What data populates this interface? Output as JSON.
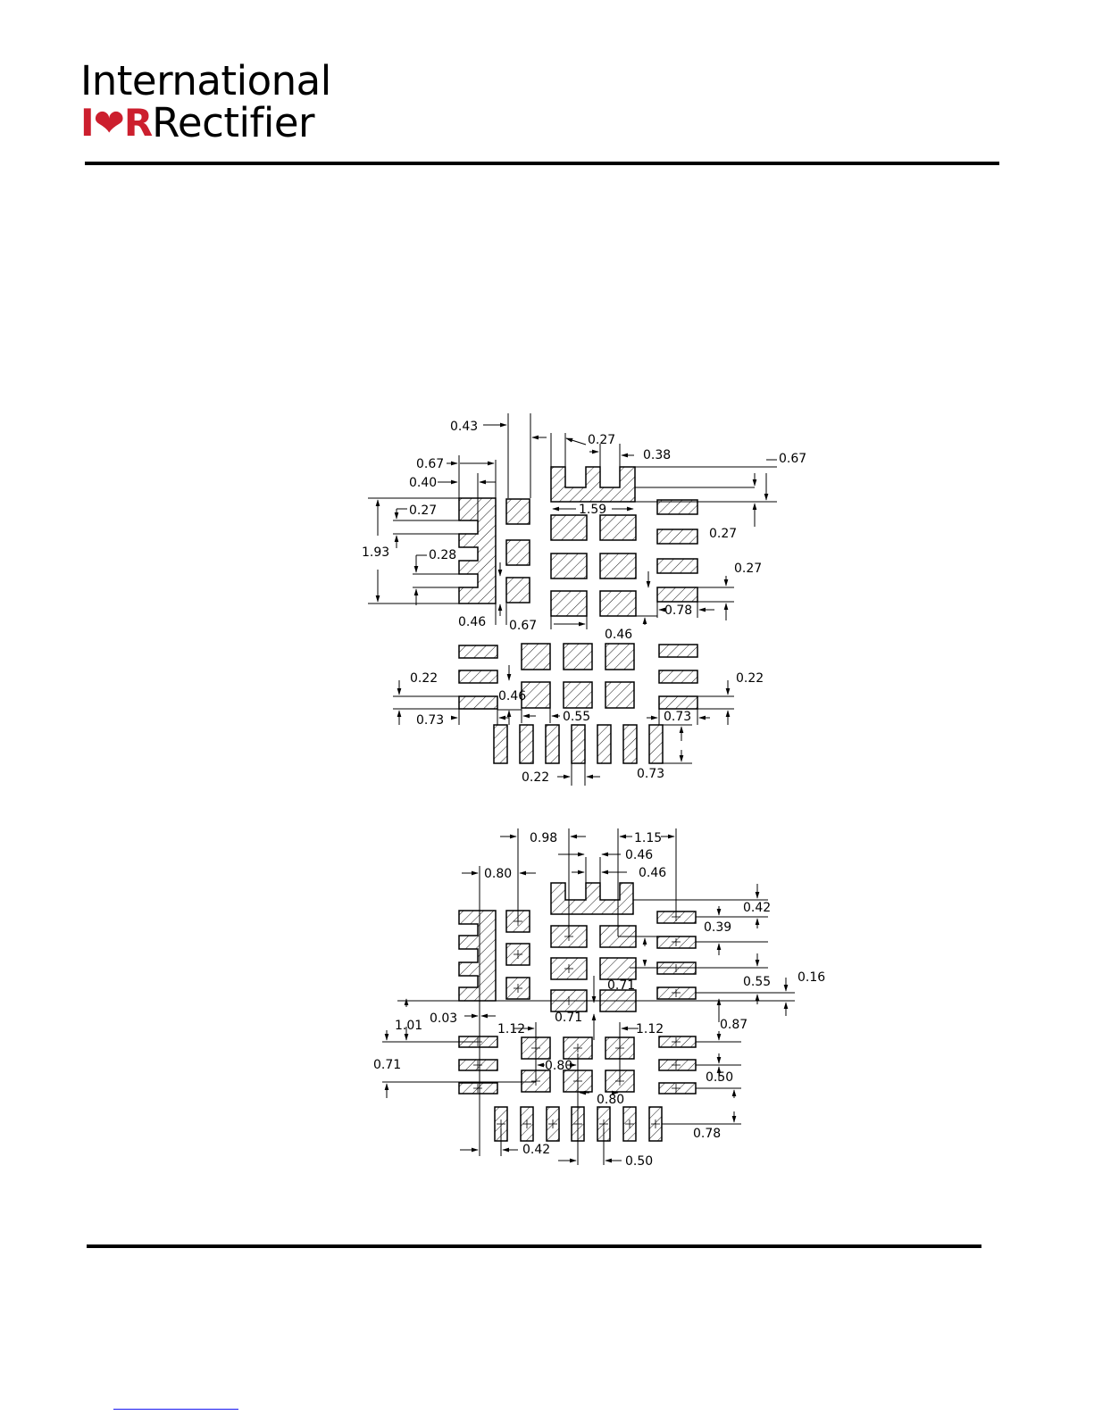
{
  "header": {
    "company_line1": "International",
    "logo_mark": "I❤R",
    "company_line2": "Rectifier",
    "brand_color": "#cc1f2e"
  },
  "drawing_top": {
    "dims": [
      "0.43",
      "0.27",
      "0.38",
      "0.67",
      "0.67",
      "0.40",
      "0.27",
      "1.93",
      "0.28",
      "1.59",
      "0.27",
      "0.27",
      "0.78",
      "0.46",
      "0.67",
      "0.46",
      "0.22",
      "0.46",
      "0.55",
      "0.73",
      "0.73",
      "0.22",
      "0.22",
      "0.73"
    ]
  },
  "drawing_bottom": {
    "dims": [
      "0.98",
      "1.15",
      "0.46",
      "0.80",
      "0.46",
      "0.42",
      "0.39",
      "0.71",
      "0.55",
      "0.16",
      "1.01",
      "0.03",
      "0.71",
      "1.12",
      "1.12",
      "0.87",
      "0.71",
      "0.80",
      "0.50",
      "0.80",
      "0.78",
      "0.42",
      "0.50"
    ]
  },
  "colors": {
    "ink": "#000000",
    "link": "#1a1aee"
  }
}
